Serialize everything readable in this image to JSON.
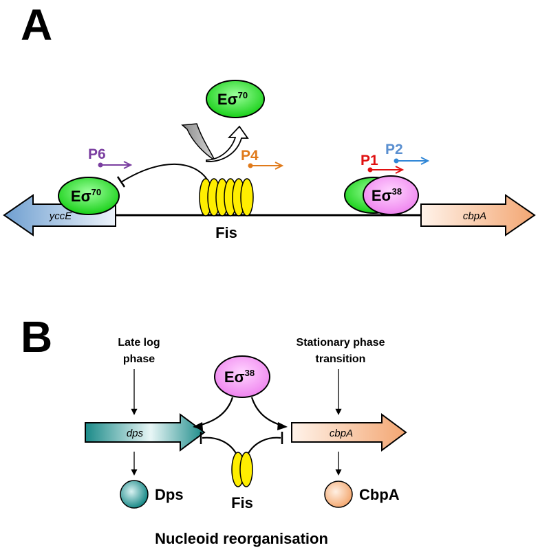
{
  "panel_a": {
    "label": "A",
    "rnap_free": {
      "base": "Eσ",
      "sup": "70"
    },
    "rnap_yccE": {
      "base": "Eσ",
      "sup": "70"
    },
    "rnap_cbpA": {
      "base": "Eσ",
      "sup": "38"
    },
    "promoters": {
      "p6": "P6",
      "p4": "P4",
      "p1": "P1",
      "p2": "P2"
    },
    "genes": {
      "yccE": "yccE",
      "cbpA": "cbpA"
    },
    "fis_label": "Fis"
  },
  "panel_b": {
    "label": "B",
    "late_log": [
      "Late log",
      "phase"
    ],
    "stationary": [
      "Stationary phase",
      "transition"
    ],
    "rnap": {
      "base": "Eσ",
      "sup": "38"
    },
    "genes": {
      "dps": "dps",
      "cbpA": "cbpA"
    },
    "fis_label": "Fis",
    "proteins": {
      "dps": "Dps",
      "cbpA": "CbpA"
    },
    "caption": "Nucleoid reorganisation"
  },
  "colors": {
    "green": "#22dd22",
    "pink": "#f28ef2",
    "yellow": "#ffee00",
    "purple": "#7a3ea0",
    "orange": "#e07a1a",
    "red": "#e01010",
    "blue": "#2f86d6",
    "blue_label": "#5a8fd0",
    "teal": "#1a8a88",
    "peach": "#f5b585"
  }
}
